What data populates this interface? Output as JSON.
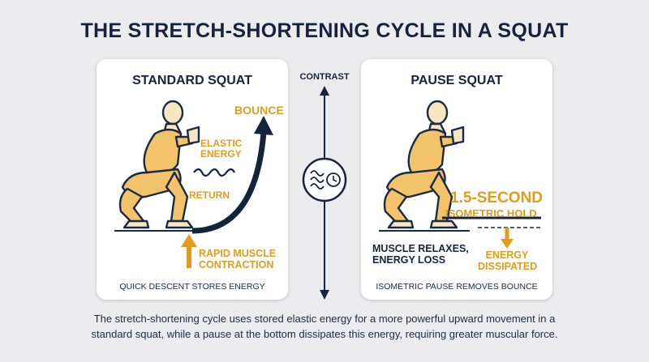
{
  "title": "THE STRETCH-SHORTENING CYCLE IN A SQUAT",
  "center": {
    "label": "CONTRAST"
  },
  "left_panel": {
    "title": "STANDARD SQUAT",
    "bounce": "BOUNCE",
    "elastic_line1": "ELASTIC",
    "elastic_line2": "ENERGY",
    "return": "RETURN",
    "rapid_line1": "RAPID MUSCLE",
    "rapid_line2": "CONTRACTION",
    "caption": "QUICK DESCENT STORES ENERGY"
  },
  "right_panel": {
    "title": "PAUSE SQUAT",
    "hold_line1": "1.5-SECOND",
    "hold_line2": "ISOMETRIC HOLD",
    "relax_line1": "MUSCLE RELAXES,",
    "relax_line2": "ENERGY LOSS",
    "dissipated_line1": "ENERGY",
    "dissipated_line2": "DISSIPATED",
    "caption": "ISOMETRIC PAUSE REMOVES BOUNCE"
  },
  "footer": {
    "line1": "The stretch-shortening cycle uses stored elastic energy for a more powerful upward movement in a",
    "line2": "standard squat, while a pause at the bottom dissipates this energy, requiring greater muscular force."
  },
  "colors": {
    "navy": "#16233f",
    "orange": "#e39b1e",
    "muscle": "#f2c36b",
    "skin": "#f6e6c2"
  }
}
